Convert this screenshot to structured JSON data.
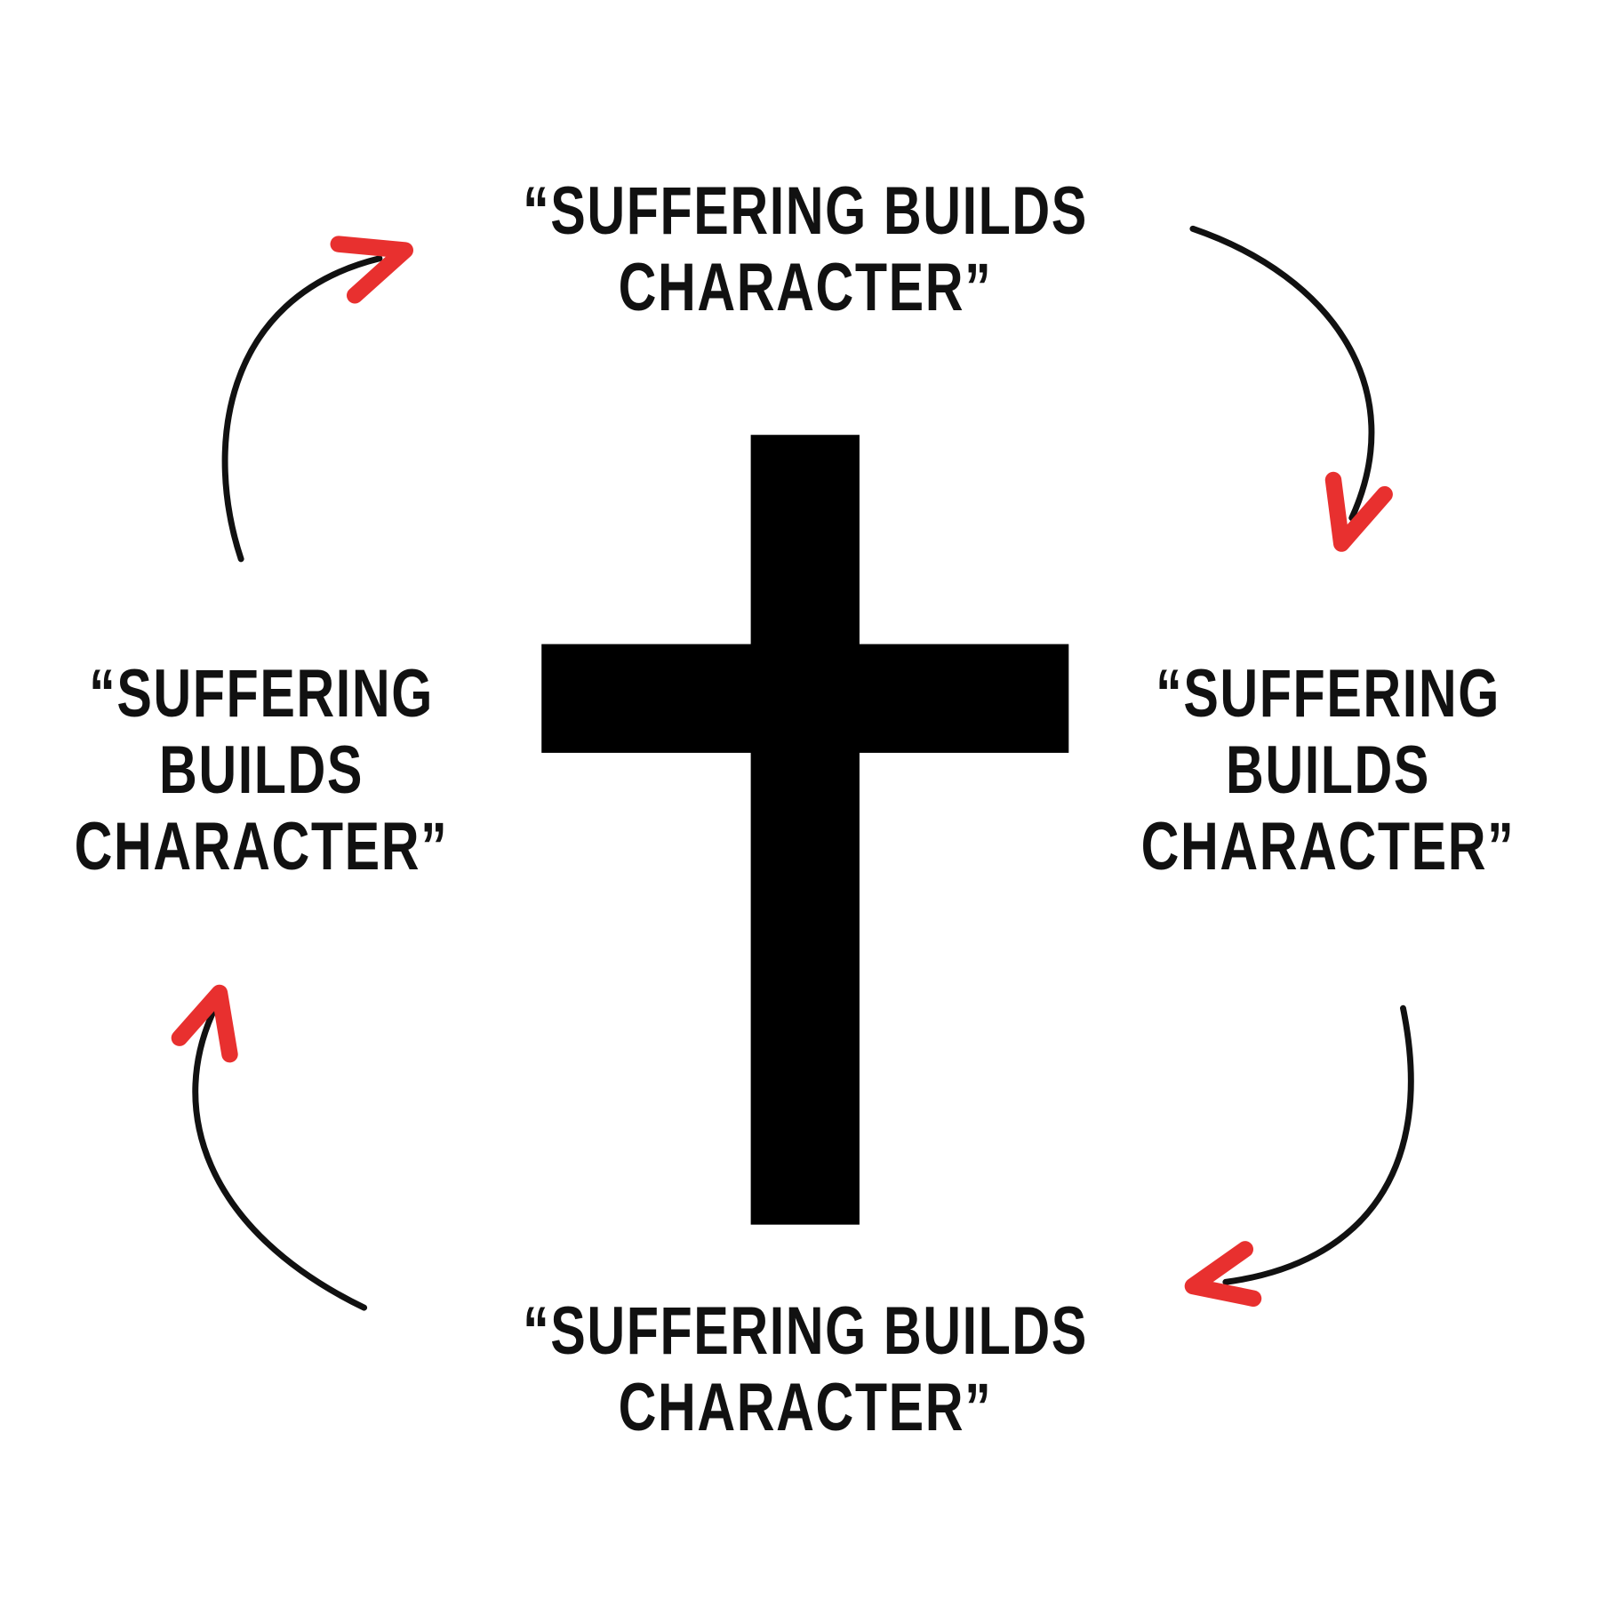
{
  "colors": {
    "ink": "#111111",
    "arrowhead": "#e8302f",
    "cross": "#000000",
    "background": "#ffffff"
  },
  "captions": {
    "top": [
      "“SUFFERING BUILDS",
      "CHARACTER”"
    ],
    "right": [
      "“SUFFERING",
      "BUILDS",
      "CHARACTER”"
    ],
    "bottom": [
      "“SUFFERING BUILDS",
      "CHARACTER”"
    ],
    "left": [
      "“SUFFERING",
      "BUILDS",
      "CHARACTER”"
    ]
  }
}
